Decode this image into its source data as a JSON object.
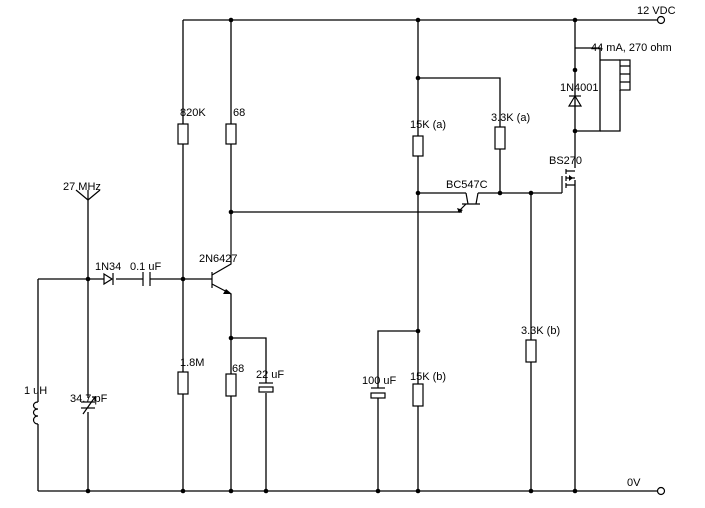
{
  "labels": {
    "supply": "12 VDC",
    "ground": "0V",
    "antenna": "27 MHz",
    "relay": "44 mA, 270 ohm",
    "diode_relay": "1N4001",
    "mosfet": "BS270",
    "r_820k": "820K",
    "r_68_top": "68",
    "r_15k_a": "15K (a)",
    "r_3k3_a": "3.3K (a)",
    "q_bc547c": "BC547C",
    "diode_detector": "1N34",
    "c_coupling": "0.1 uF",
    "q_2n6427": "2N6427",
    "r_1m8": "1.8M",
    "r_68_emitter": "68",
    "c_22uf": "22 uF",
    "c_100uf": "100 uF",
    "r_15k_b": "15K (b)",
    "r_3k3_b": "3.3K (b)",
    "inductor": "1 uH",
    "c_tune": "34.7 pF"
  }
}
